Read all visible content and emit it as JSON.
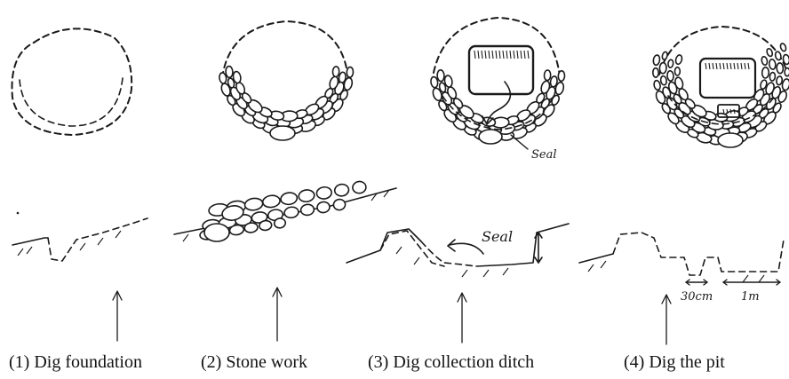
{
  "steps": [
    {
      "caption": "(1) Dig foundation"
    },
    {
      "caption": "(2) Stone work"
    },
    {
      "caption": "(3) Dig collection ditch"
    },
    {
      "caption": "(4) Dig the pit"
    }
  ],
  "annotations": {
    "seal_plan": "Seal",
    "seal_section": "Seal",
    "width_small": "30cm",
    "width_large": "1m"
  },
  "colors": {
    "ink": "#1a1a1a",
    "background": "#ffffff"
  }
}
